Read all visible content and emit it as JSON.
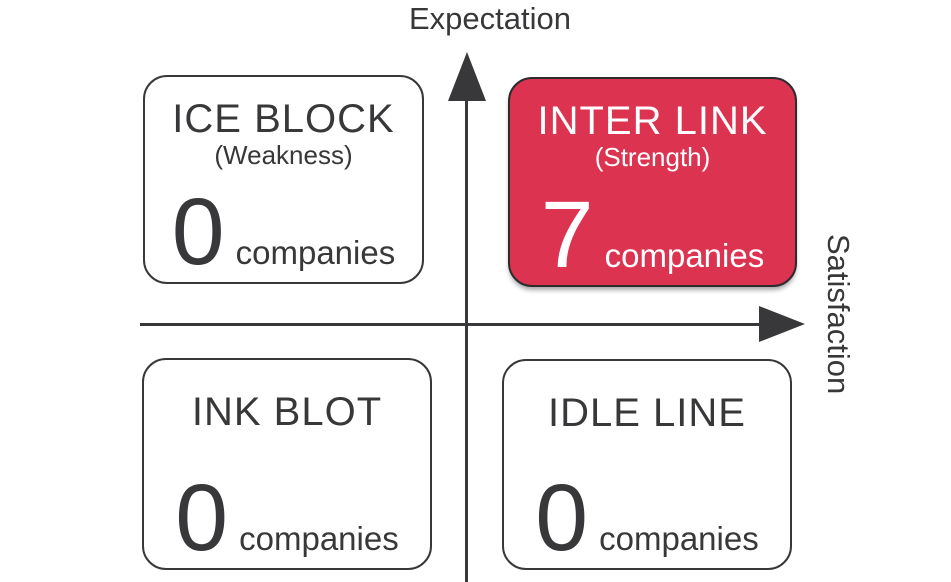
{
  "axes": {
    "y": {
      "label": "Expectation"
    },
    "x": {
      "label": "Satisfaction"
    }
  },
  "quadrants": {
    "top_left": {
      "title": "ICE BLOCK",
      "subtitle": "(Weakness)",
      "count": "0",
      "unit": "companies",
      "highlighted": false
    },
    "top_right": {
      "title": "INTER LINK",
      "subtitle": "(Strength)",
      "count": "7",
      "unit": "companies",
      "highlighted": true
    },
    "bottom_left": {
      "title": "INK BLOT",
      "count": "0",
      "unit": "companies",
      "highlighted": false
    },
    "bottom_right": {
      "title": "IDLE LINE",
      "count": "0",
      "unit": "companies",
      "highlighted": false
    }
  },
  "colors": {
    "ink": "#38383A",
    "accent": "#DC3350",
    "accent_text": "#FFFFFF",
    "background": "#FFFFFF"
  }
}
